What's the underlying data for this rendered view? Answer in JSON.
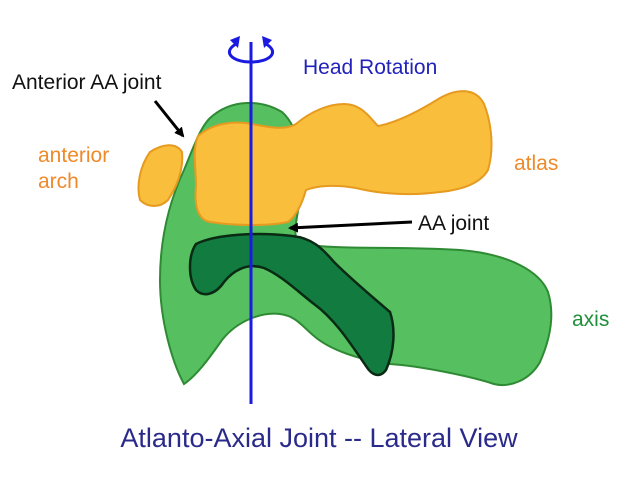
{
  "labels": {
    "rotation": "Head Rotation",
    "anterior_aa_joint": "Anterior AA joint",
    "anterior_arch_line1": "anterior",
    "anterior_arch_line2": "arch",
    "atlas": "atlas",
    "aa_joint": "AA joint",
    "axis": "axis"
  },
  "caption": "Atlanto-Axial Joint -- Lateral View",
  "colors": {
    "atlas_fill": "#f8be3c",
    "axis_fill": "#56c060",
    "dens_channel_fill": "#127c40",
    "rotation_axis": "#1a1ae0"
  },
  "icons": [
    "rotation-arrow-icon"
  ]
}
